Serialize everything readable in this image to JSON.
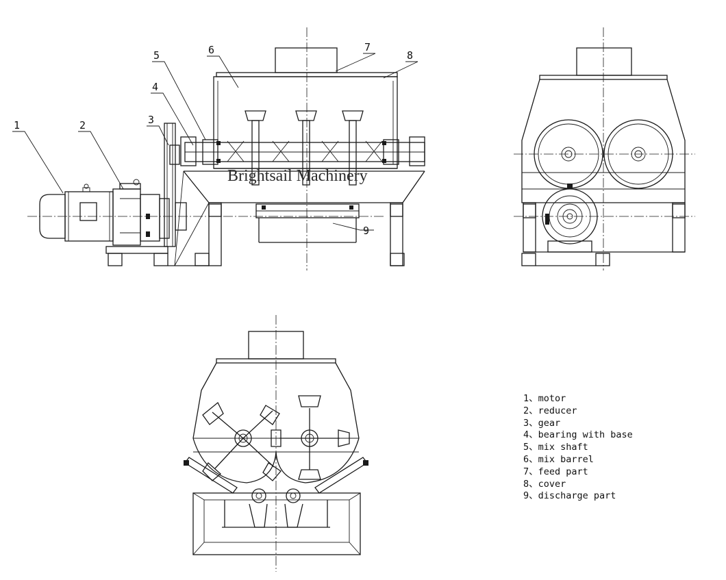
{
  "watermark": "Brightsail Machinery",
  "callouts": [
    "1",
    "2",
    "3",
    "4",
    "5",
    "6",
    "7",
    "8",
    "9"
  ],
  "legend": [
    {
      "num": "1",
      "sep": "、",
      "label": "motor"
    },
    {
      "num": "2",
      "sep": "、",
      "label": "reducer"
    },
    {
      "num": "3",
      "sep": "、",
      "label": "gear"
    },
    {
      "num": "4",
      "sep": "、",
      "label": "bearing with base"
    },
    {
      "num": "5",
      "sep": "、",
      "label": "mix shaft"
    },
    {
      "num": "6",
      "sep": "、",
      "label": "mix barrel"
    },
    {
      "num": "7",
      "sep": "、",
      "label": "feed part"
    },
    {
      "num": "8",
      "sep": "、",
      "label": "cover"
    },
    {
      "num": "9",
      "sep": "、",
      "label": "discharge part"
    }
  ]
}
